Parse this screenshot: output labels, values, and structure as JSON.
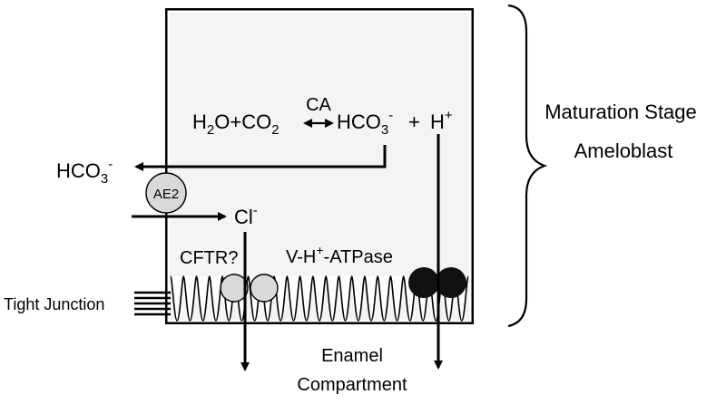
{
  "cell_label": {
    "line1": "Maturation Stage",
    "line2": "Ameloblast"
  },
  "reaction": {
    "h2o_h": "H",
    "h2o_sub": "2",
    "h2o_o": "O",
    "plus1": "+",
    "co2_co": "CO",
    "co2_sub": "2",
    "enzyme": "CA",
    "hco3_text": "HCO",
    "hco3_sub": "3",
    "hco3_sup": "-",
    "plus2": "+",
    "proton": "H",
    "proton_sup": "+"
  },
  "bicarbonate_out": {
    "text": "HCO",
    "sub": "3",
    "sup": "-"
  },
  "exchanger": "AE2",
  "chloride": {
    "text": "Cl",
    "sup": "-"
  },
  "cftr": "CFTR?",
  "atpase": {
    "pre": "V-H",
    "sup": "+",
    "post": "-ATPase"
  },
  "tight_junction": "Tight Junction",
  "compartment": {
    "line1": "Enamel",
    "line2": "Compartment"
  },
  "colors": {
    "cell_fill": "#f4f4f4",
    "exchanger_fill": "#d9d9d9",
    "cftr_fill": "#d9d9d9",
    "atpase_fill": "#111111",
    "stroke": "#000000"
  }
}
